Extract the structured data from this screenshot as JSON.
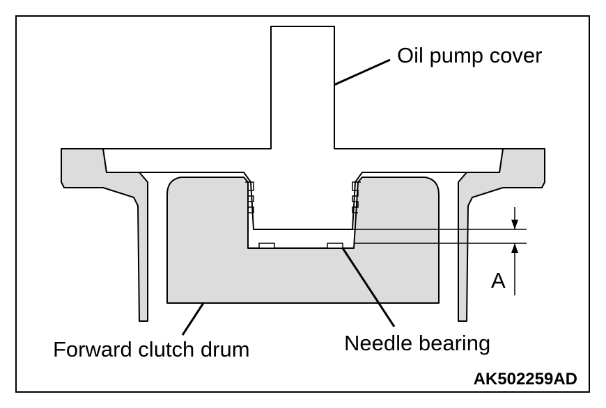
{
  "labels": {
    "oil_pump_cover": "Oil pump cover",
    "forward_clutch_drum": "Forward clutch drum",
    "needle_bearing": "Needle bearing",
    "dimension": "A",
    "figure_code": "AK502259AD"
  }
}
